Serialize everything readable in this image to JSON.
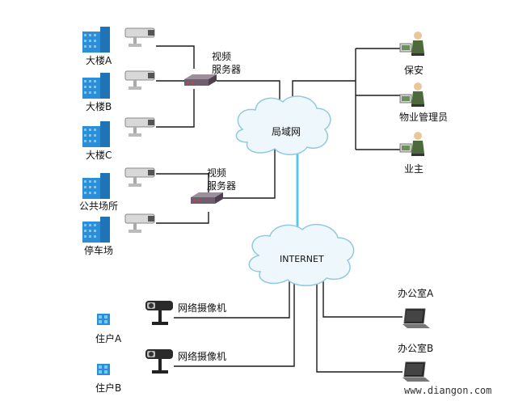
{
  "labels": {
    "building_a": "大楼A",
    "building_b": "大楼B",
    "building_c": "大楼C",
    "public_place": "公共场所",
    "parking": "停车场",
    "video_server_1": "视频\n服务器",
    "video_server_2": "视频\n服务器",
    "lan": "局域网",
    "internet": "INTERNET",
    "security": "保安",
    "property_manager": "物业管理员",
    "owner": "业主",
    "network_camera_1": "网络摄像机",
    "network_camera_2": "网络摄像机",
    "resident_a": "住户A",
    "resident_b": "住户B",
    "office_a": "办公室A",
    "office_b": "办公室B",
    "watermark": "www.diangon.com"
  },
  "colors": {
    "line": "#1a1a1a",
    "internet_link": "#5fc6ea",
    "building": "#2a8fd8",
    "building_light": "#7cc8f2",
    "cloud_fill": "#eef7fb",
    "cloud_stroke": "#8fc9e3"
  },
  "icons": [
    "building-icon",
    "cctv-camera-icon",
    "video-server-icon",
    "cloud-icon",
    "operator-workstation-icon",
    "network-camera-icon",
    "house-icon",
    "laptop-icon"
  ]
}
